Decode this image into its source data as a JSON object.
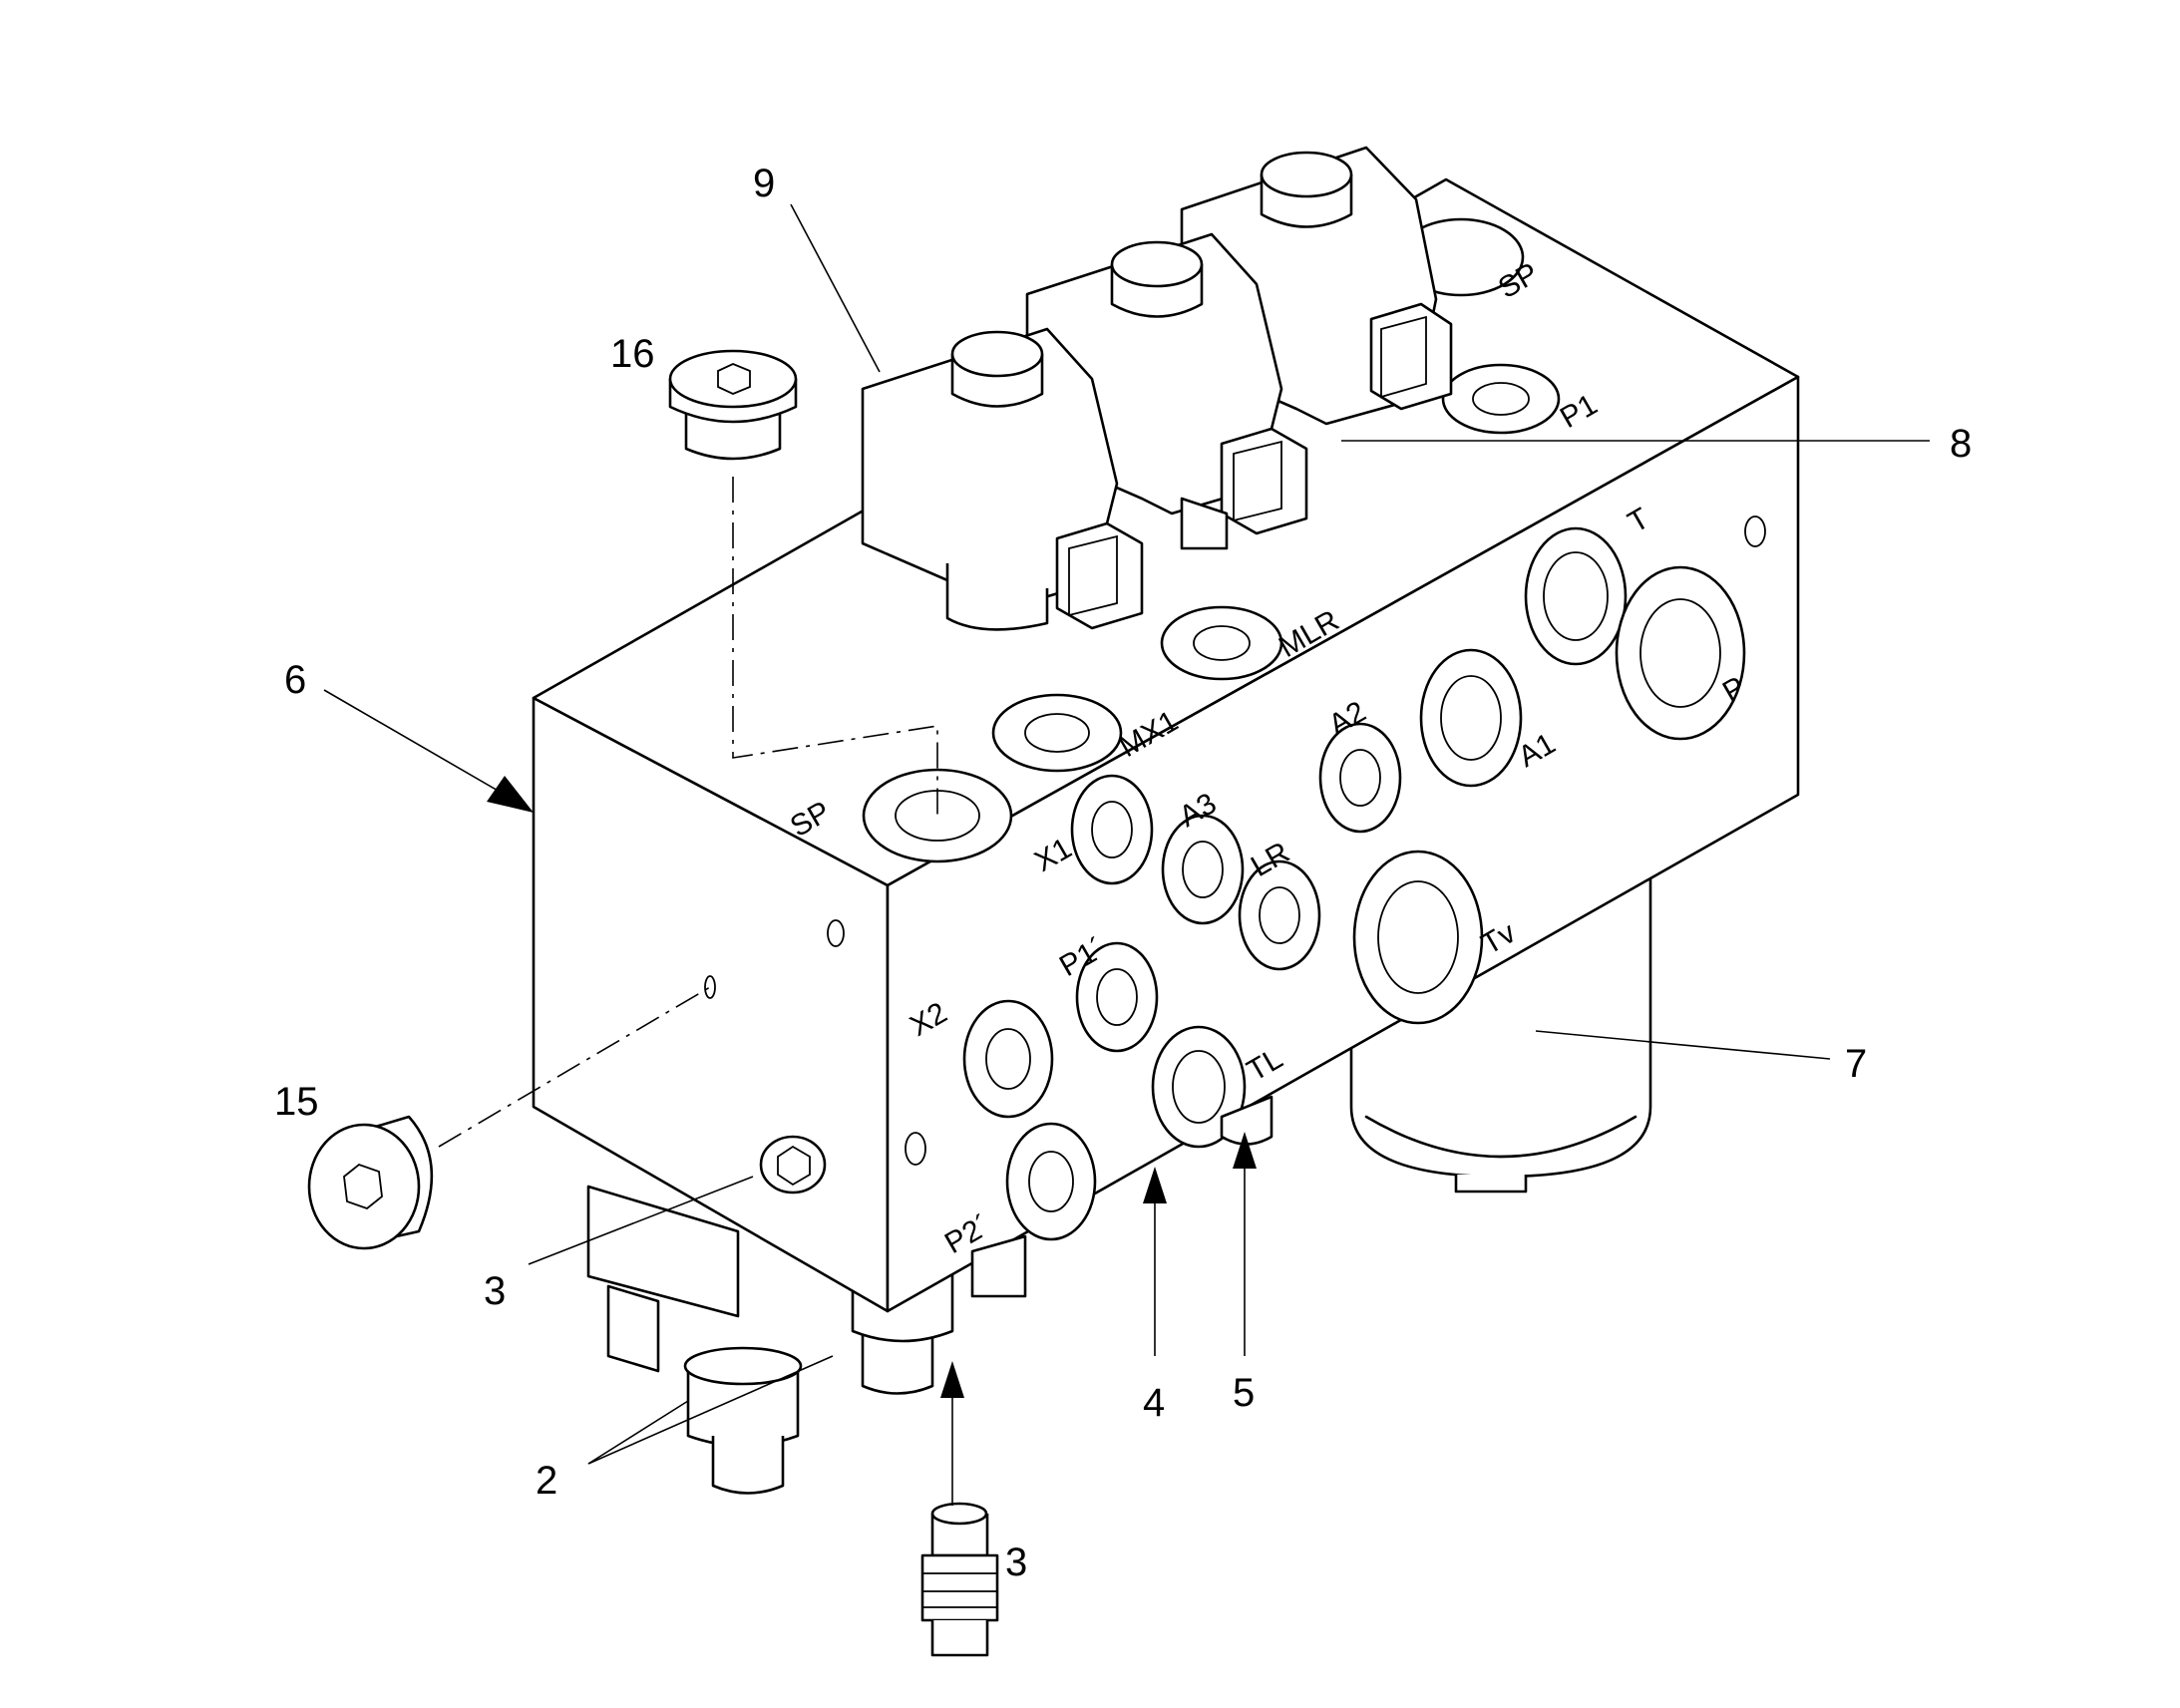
{
  "callouts": {
    "c2": "2",
    "c3a": "3",
    "c3b": "3",
    "c4": "4",
    "c5": "5",
    "c6": "6",
    "c7": "7",
    "c8": "8",
    "c9": "9",
    "c15": "15",
    "c16": "16"
  },
  "ports": {
    "sp_top": "SP",
    "p1": "P1",
    "t": "T",
    "p": "P",
    "mlr": "MLR",
    "mx1": "MX1",
    "sp_front": "SP",
    "a2": "A2",
    "a1": "A1",
    "a3": "A3",
    "x1": "X1",
    "lr": "LR",
    "tv": "Tv",
    "p1_prime": "P1´",
    "x2": "X2",
    "tl": "TL",
    "p2_prime": "P2´"
  }
}
